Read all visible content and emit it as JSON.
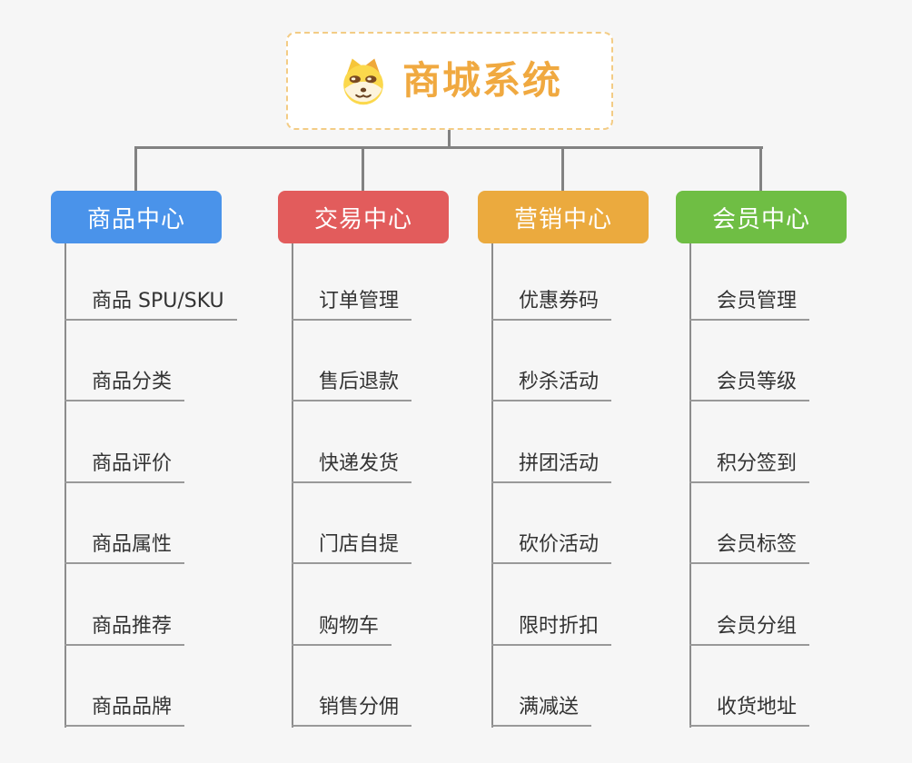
{
  "root": {
    "title": "商城系统",
    "icon": "doge-icon",
    "title_color": "#f0a940",
    "border_color": "#f3cc85"
  },
  "connector_color": "#828282",
  "background_color": "#f6f6f6",
  "branches": [
    {
      "label": "商品中心",
      "color": "#4a93ea",
      "items": [
        "商品 SPU/SKU",
        "商品分类",
        "商品评价",
        "商品属性",
        "商品推荐",
        "商品品牌"
      ]
    },
    {
      "label": "交易中心",
      "color": "#e25c5c",
      "items": [
        "订单管理",
        "售后退款",
        "快递发货",
        "门店自提",
        "购物车",
        "销售分佣"
      ]
    },
    {
      "label": "营销中心",
      "color": "#ebaa3e",
      "items": [
        "优惠券码",
        "秒杀活动",
        "拼团活动",
        "砍价活动",
        "限时折扣",
        "满减送"
      ]
    },
    {
      "label": "会员中心",
      "color": "#6fbe44",
      "items": [
        "会员管理",
        "会员等级",
        "积分签到",
        "会员标签",
        "会员分组",
        "收货地址"
      ]
    }
  ]
}
